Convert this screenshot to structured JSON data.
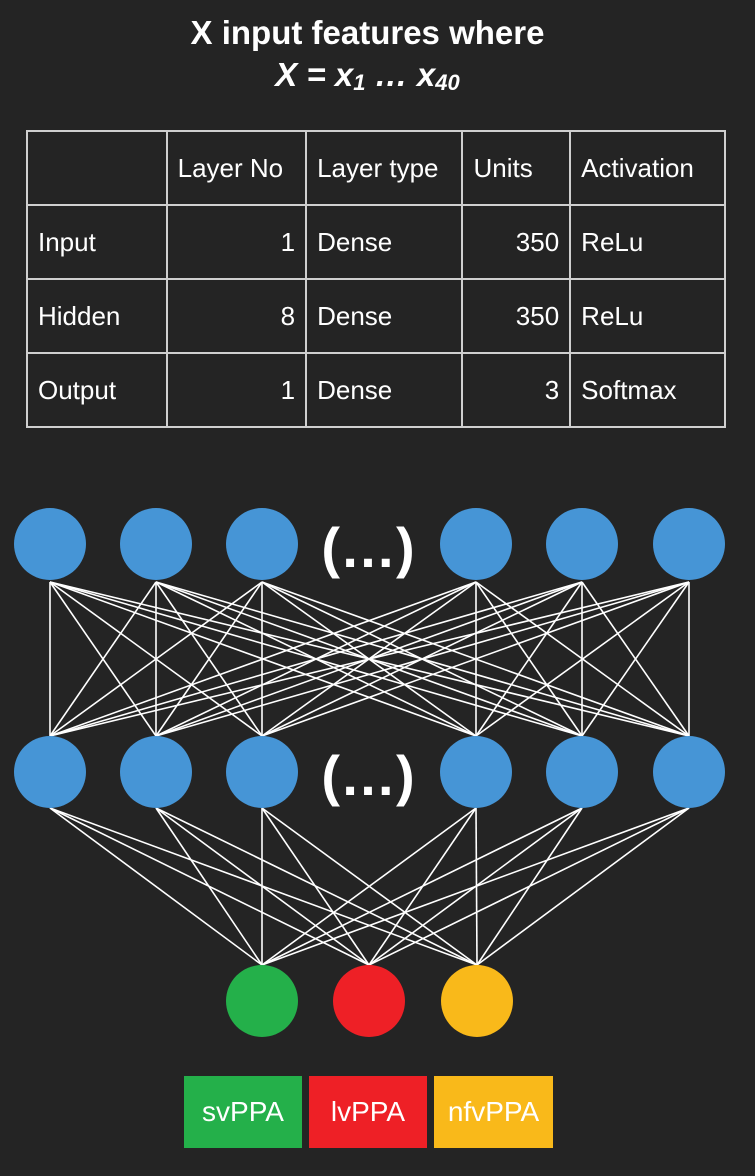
{
  "title": {
    "line1": "X input features where",
    "line2_var": "X",
    "line2_eq": " = x",
    "line2_sub1": "1",
    "line2_dots": " … x",
    "line2_sub2": "40"
  },
  "table": {
    "headers": [
      "",
      "Layer No",
      "Layer type",
      "Units",
      "Activation"
    ],
    "rows": [
      [
        "Input",
        "1",
        "Dense",
        "350",
        "ReLu"
      ],
      [
        "Hidden",
        "8",
        "Dense",
        "350",
        "ReLu"
      ],
      [
        "Output",
        "1",
        "Dense",
        "3",
        "Softmax"
      ]
    ]
  },
  "network": {
    "ellipsis": "(…)",
    "node_color": "#4695d6",
    "output_nodes": [
      {
        "name": "svPPA",
        "color": "#24b04a"
      },
      {
        "name": "lvPPA",
        "color": "#ee2026"
      },
      {
        "name": "nfvPPA",
        "color": "#f9b91a"
      }
    ]
  },
  "legend": [
    {
      "label": "svPPA",
      "color": "#24b04a"
    },
    {
      "label": "lvPPA",
      "color": "#ee2026"
    },
    {
      "label": "nfvPPA",
      "color": "#f9b91a"
    }
  ]
}
